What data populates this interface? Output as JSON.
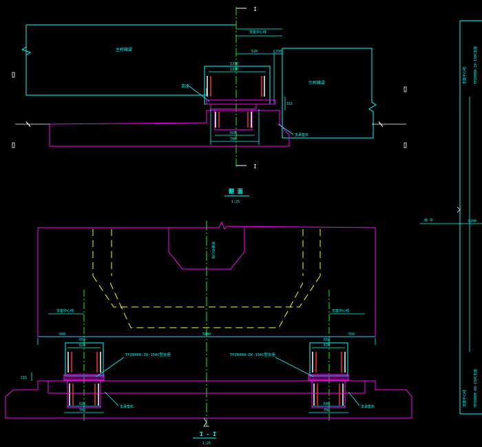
{
  "colors": {
    "background": "#000000",
    "outline": "#ff00ff",
    "dimension": "#00ffff",
    "centerline": "#00ff00",
    "hidden": "#ffff00",
    "text": "#00ffff",
    "white": "#ffffff",
    "red": "#ff3030"
  },
  "top_view": {
    "section_marker_top": "I",
    "section_marker_bottom": "I",
    "label_main_girder": "主桥箱梁",
    "label_approach_girder": "引桥箱梁",
    "label_support": "支座",
    "label_support_centerline": "支座中心线",
    "label_pier_top": "支承垫石",
    "dim_top_width": "1350",
    "dim_inner_width": "1100",
    "dim_offset_a": "520",
    "dim_offset_b": "250",
    "dim_height": "315",
    "dim_base_a": "620",
    "dim_base_b": "700",
    "title": "侧 面",
    "scale": "1:25"
  },
  "section_view": {
    "label_pier_centerline": "桥墩中心线",
    "label_support_centerline_left": "支座中心线",
    "label_support_centerline_right": "支座中心线",
    "left_support": "TPZ8000-ZX-150C型支座",
    "right_support": "TPZ8000-DX-150C型支座",
    "label_pier_top_left": "支承垫石",
    "label_pier_top_right": "支承垫石",
    "dim_left_edge": "600",
    "dim_middle": "5800",
    "dim_right_edge": "550",
    "dim_left_top_a": "650",
    "dim_left_top_b": "620",
    "dim_right_top_a": "650",
    "dim_right_top_b": "670",
    "dim_height": "215",
    "dim_left_base_a": "620",
    "dim_left_base_b": "700",
    "dim_right_base_a": "605",
    "dim_right_base_b": "700",
    "title": "I - I",
    "scale": "1:25"
  },
  "right_strip": {
    "label_center": "墩 中",
    "label_top": "支座中心线",
    "label_top_model": "TPZ8000-ZX-150C支座",
    "label_bottom": "支座中心线",
    "label_bottom_model": "TPZ8000-DX-150C支座",
    "dim_center": "6200"
  }
}
